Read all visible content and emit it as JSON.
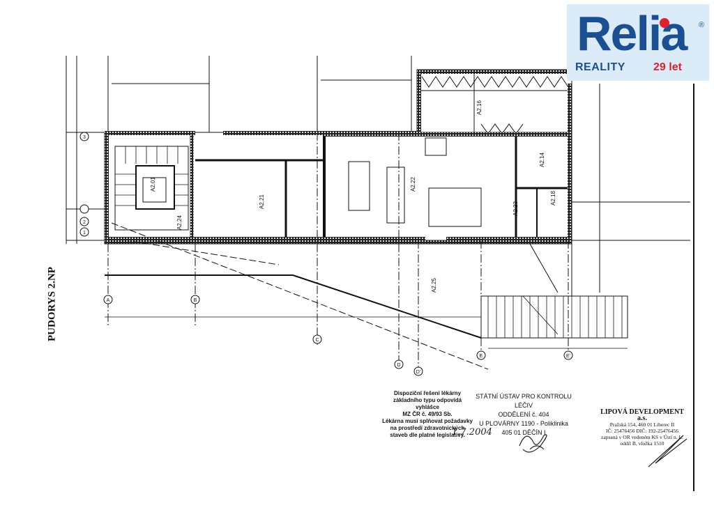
{
  "logo": {
    "brand": "Relia",
    "registered": "®",
    "tagline": "REALITY",
    "years": "29 let",
    "colors": {
      "blue": "#1a4f93",
      "red": "#e0202a",
      "background": "#dcebf8"
    }
  },
  "drawing_title": "PUDORYS 2.NP",
  "rooms": [
    "A2.01",
    "A2.24",
    "A2.21",
    "A2.22",
    "A2.16",
    "A2.14",
    "A2.23",
    "A2.18",
    "A2.25"
  ],
  "grid_axes": [
    "A",
    "B",
    "C",
    "D",
    "D'",
    "E",
    "E'",
    "1",
    "2",
    "3"
  ],
  "notes": {
    "pharmacy_note": [
      "Dispoziční řešení lékárny",
      "základního typu odpovídá vyhlášce",
      "MZ ČR č. 49/93 Sb.",
      "Lékárna musí splňovat požadavky",
      "na prostředí zdravotnických",
      "staveb dle platné legislativy."
    ],
    "institute_stamp": [
      "STÁTNÍ ÚSTAV PRO KONTROLU LÉČIV",
      "ODDĚLENÍ č. 404",
      "U PLOVÁRNY 1190 - Poliklinika",
      "405 01 DĚČÍN I"
    ],
    "date": "1.7.2004",
    "developer_stamp": {
      "company": "LIPOVÁ DEVELOPMENT a.s.",
      "lines": [
        "Pražská 154, 460 01 Liberec II",
        "IČ: 25476456 DIČ: 192-25476456",
        "zapsaná v OR vedeném KS v Ústí n. L.",
        "oddíl B, vložka 1510"
      ]
    }
  }
}
